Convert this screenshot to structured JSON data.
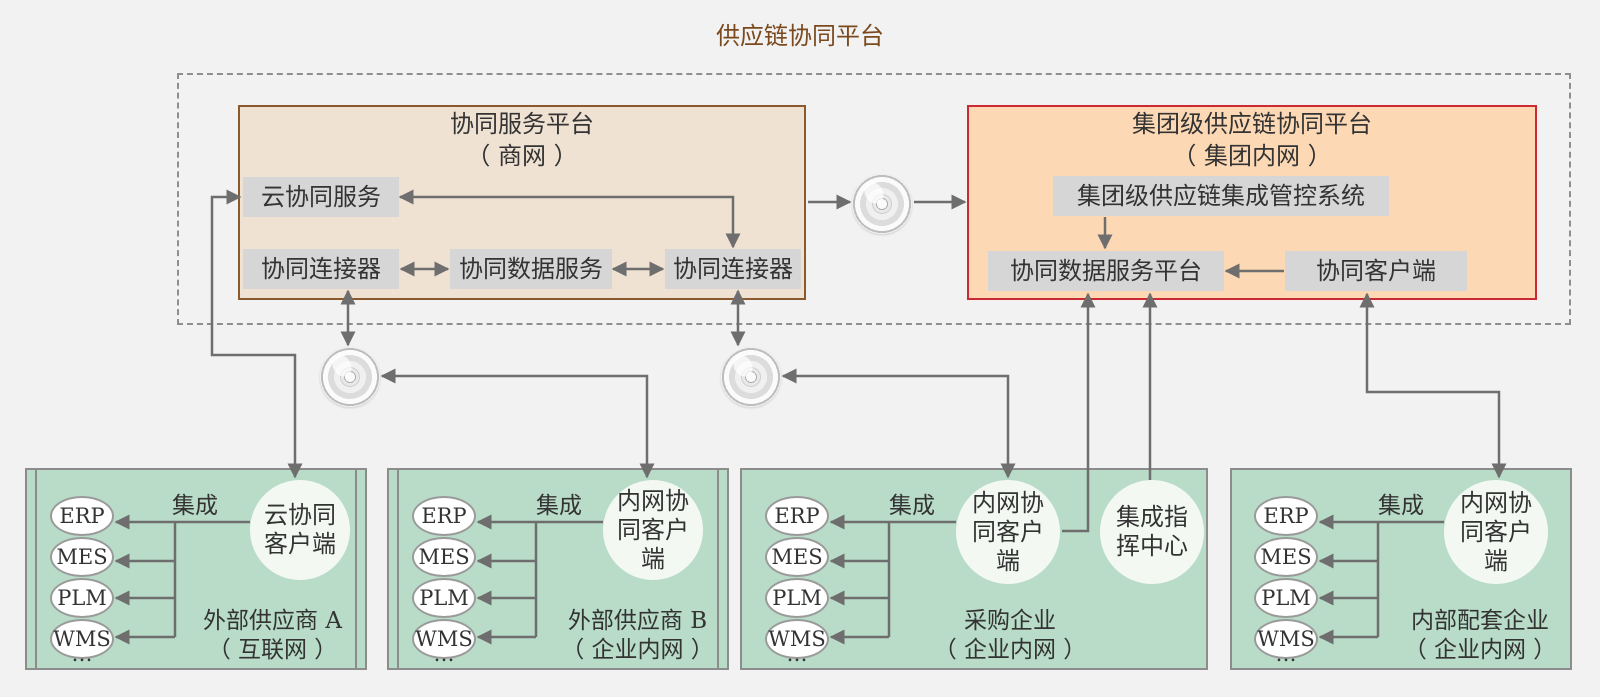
{
  "title": "供应链协同平台",
  "business_platform": {
    "title": "协同服务平台",
    "subtitle": "（ 商网 ）",
    "cloud_service": "云协同服务",
    "connector_left": "协同连接器",
    "data_service": "协同数据服务",
    "connector_right": "协同连接器"
  },
  "group_platform": {
    "title": "集团级供应链协同平台",
    "subtitle": "（ 集团内网 ）",
    "control_system": "集团级供应链集成管控系统",
    "data_platform": "协同数据服务平台",
    "client": "协同客户端"
  },
  "enterprises": [
    {
      "name": "外部供应商 A",
      "network": "（ 互联网 ）",
      "client": "云协同客户端",
      "integration": "集成",
      "systems": [
        "ERP",
        "MES",
        "PLM",
        "WMS",
        "…"
      ]
    },
    {
      "name": "外部供应商 B",
      "network": "（ 企业内网 ）",
      "client": "内网协同客户端",
      "integration": "集成",
      "systems": [
        "ERP",
        "MES",
        "PLM",
        "WMS",
        "…"
      ]
    },
    {
      "name": "采购企业",
      "network": "（ 企业内网 ）",
      "client": "内网协同客户端",
      "command_center": "集成指挥中心",
      "integration": "集成",
      "systems": [
        "ERP",
        "MES",
        "PLM",
        "WMS",
        "…"
      ]
    },
    {
      "name": "内部配套企业",
      "network": "（ 企业内网 ）",
      "client": "内网协同客户端",
      "integration": "集成",
      "systems": [
        "ERP",
        "MES",
        "PLM",
        "WMS",
        "…"
      ]
    }
  ],
  "colors": {
    "title": "#7a4a1e",
    "business_panel_fill": "#f0e2d3",
    "business_panel_border": "#8a5a2e",
    "group_panel_fill": "#fcd9b4",
    "group_panel_border": "#cc2a33",
    "enterprise_fill": "#b8dcc8",
    "service_box_fill": "#d6d6d6",
    "arrow": "#6e6e6e"
  },
  "icons": [
    "cd-disc-icon"
  ]
}
